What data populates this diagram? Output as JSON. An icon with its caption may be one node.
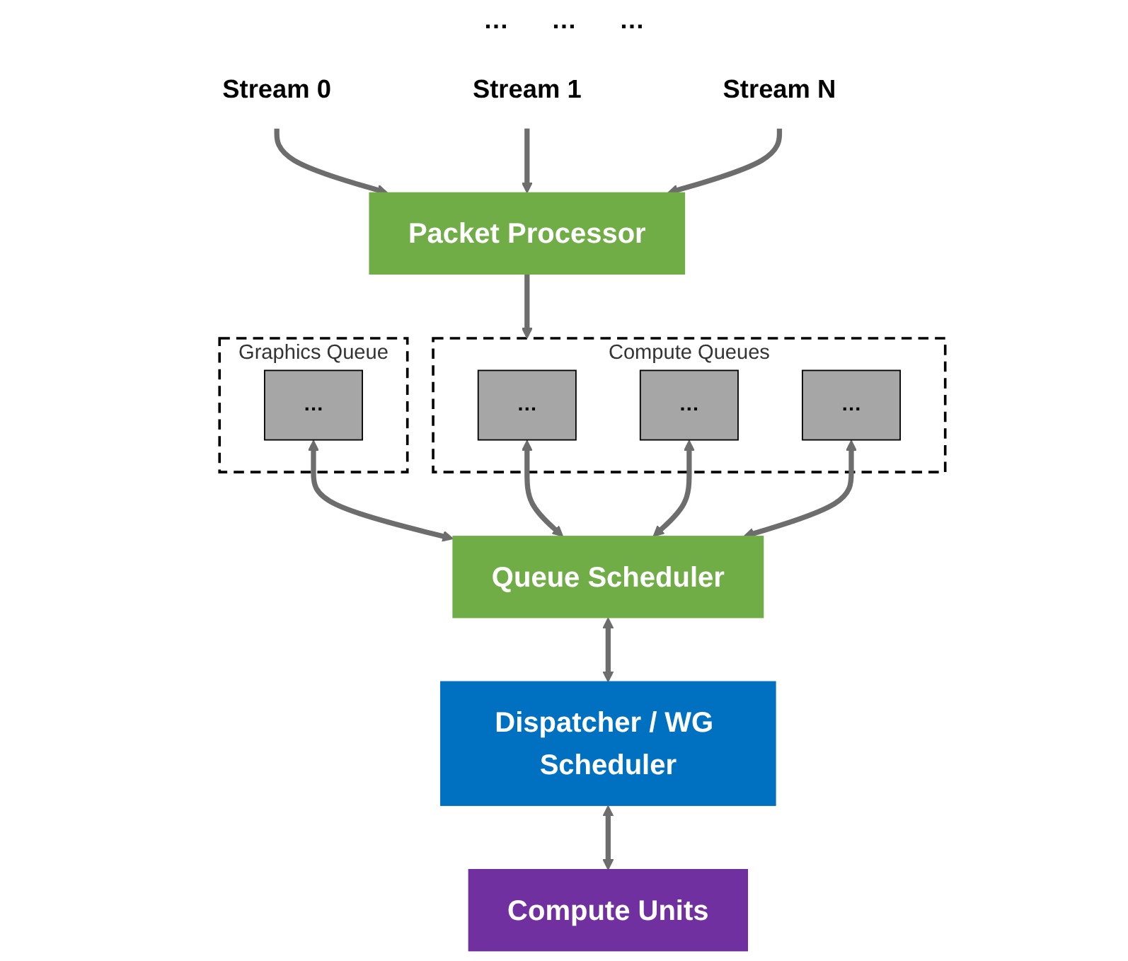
{
  "diagram": {
    "nodes": [
      {
        "text": [
          "Stream 0"
        ]
      },
      {
        "text": [
          "Stream 1"
        ]
      },
      {
        "text": [
          "Stream N"
        ]
      },
      {
        "text": [
          "Packet Processor"
        ]
      },
      {
        "text": [
          "Graphics Queue"
        ]
      },
      {
        "text": [
          "…"
        ],
        "in": 4
      },
      {
        "text": [
          "Compute Queues"
        ]
      },
      {
        "text": [
          "…"
        ],
        "in": 6
      },
      {
        "text": [
          "…"
        ],
        "in": 6
      },
      {
        "text": [
          "…"
        ],
        "in": 6
      },
      {
        "text": [
          "Queue Scheduler"
        ]
      },
      {
        "text": [
          "Dispatcher / WG Scheduler"
        ]
      },
      {
        "text": [
          "Compute Units"
        ]
      }
    ],
    "edges": [
      {
        "from": 0,
        "to": 3,
        "arrow": "to"
      },
      {
        "from": 1,
        "to": 3,
        "arrow": "to"
      },
      {
        "from": 2,
        "to": 3,
        "arrow": "to"
      },
      {
        "from": 3,
        "to": 6,
        "arrow": "to"
      },
      {
        "from": 5,
        "to": 10,
        "arrow": "both"
      },
      {
        "from": 7,
        "to": 10,
        "arrow": "both"
      },
      {
        "from": 8,
        "to": 10,
        "arrow": "both"
      },
      {
        "from": 9,
        "to": 10,
        "arrow": "both"
      },
      {
        "from": 10,
        "to": 11,
        "arrow": "both"
      },
      {
        "from": 11,
        "to": 12,
        "arrow": "both"
      }
    ],
    "labels": [
      "…",
      "…",
      "…"
    ]
  }
}
